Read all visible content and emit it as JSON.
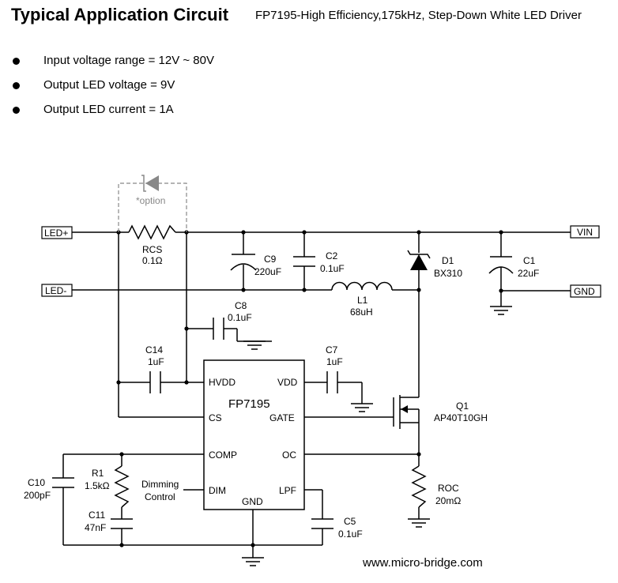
{
  "header": {
    "title": "Typical Application Circuit",
    "subtitle": "FP7195-High Efficiency,175kHz, Step-Down White LED Driver"
  },
  "specs": [
    "Input voltage range = 12V ~ 80V",
    "Output LED voltage = 9V",
    "Output LED current = 1A"
  ],
  "terminals": {
    "led_plus": "LED+",
    "led_minus": "LED-",
    "vin": "VIN",
    "gnd": "GND"
  },
  "components": {
    "rcs": {
      "name": "RCS",
      "value": "0.1Ω"
    },
    "option": "*option",
    "c9": {
      "name": "C9",
      "value": "220uF"
    },
    "c2": {
      "name": "C2",
      "value": "0.1uF"
    },
    "d1": {
      "name": "D1",
      "value": "BX310"
    },
    "c1": {
      "name": "C1",
      "value": "22uF"
    },
    "l1": {
      "name": "L1",
      "value": "68uH"
    },
    "c8": {
      "name": "C8",
      "value": "0.1uF"
    },
    "c14": {
      "name": "C14",
      "value": "1uF"
    },
    "c7": {
      "name": "C7",
      "value": "1uF"
    },
    "q1": {
      "name": "Q1",
      "value": "AP40T10GH"
    },
    "roc": {
      "name": "ROC",
      "value": "20mΩ"
    },
    "r1": {
      "name": "R1",
      "value": "1.5kΩ"
    },
    "c10": {
      "name": "C10",
      "value": "200pF"
    },
    "c11": {
      "name": "C11",
      "value": "47nF"
    },
    "c5": {
      "name": "C5",
      "value": "0.1uF"
    },
    "dimming": [
      "Dimming",
      "Control"
    ]
  },
  "ic": {
    "name": "FP7195",
    "pins": {
      "hvdd": "HVDD",
      "vdd": "VDD",
      "cs": "CS",
      "gate": "GATE",
      "comp": "COMP",
      "oc": "OC",
      "dim": "DIM",
      "lpf": "LPF",
      "gnd": "GND"
    }
  },
  "website": "www.micro-bridge.com"
}
